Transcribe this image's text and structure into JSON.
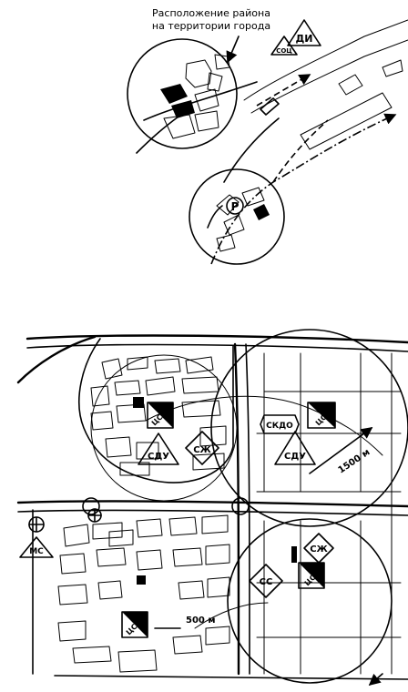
{
  "caption": {
    "line1": "Расположение района",
    "line2": "на территории города"
  },
  "labels": {
    "di": "ДИ",
    "soc": "СОЦ",
    "p": "Р",
    "lsc_top": "ЦСО",
    "sdu_top": "СДУ",
    "szh_top": "СЖ",
    "skdo": "СКДО",
    "lsc_right": "ЦСО",
    "sdu_right": "СДУ",
    "dist_1500": "1500 м",
    "ms": "МС",
    "szh_right": "СЖ",
    "lsc_right2": "ЦСО",
    "ss": "СС",
    "lsc_bottom": "ЦСО",
    "dist_500": "500 м"
  }
}
